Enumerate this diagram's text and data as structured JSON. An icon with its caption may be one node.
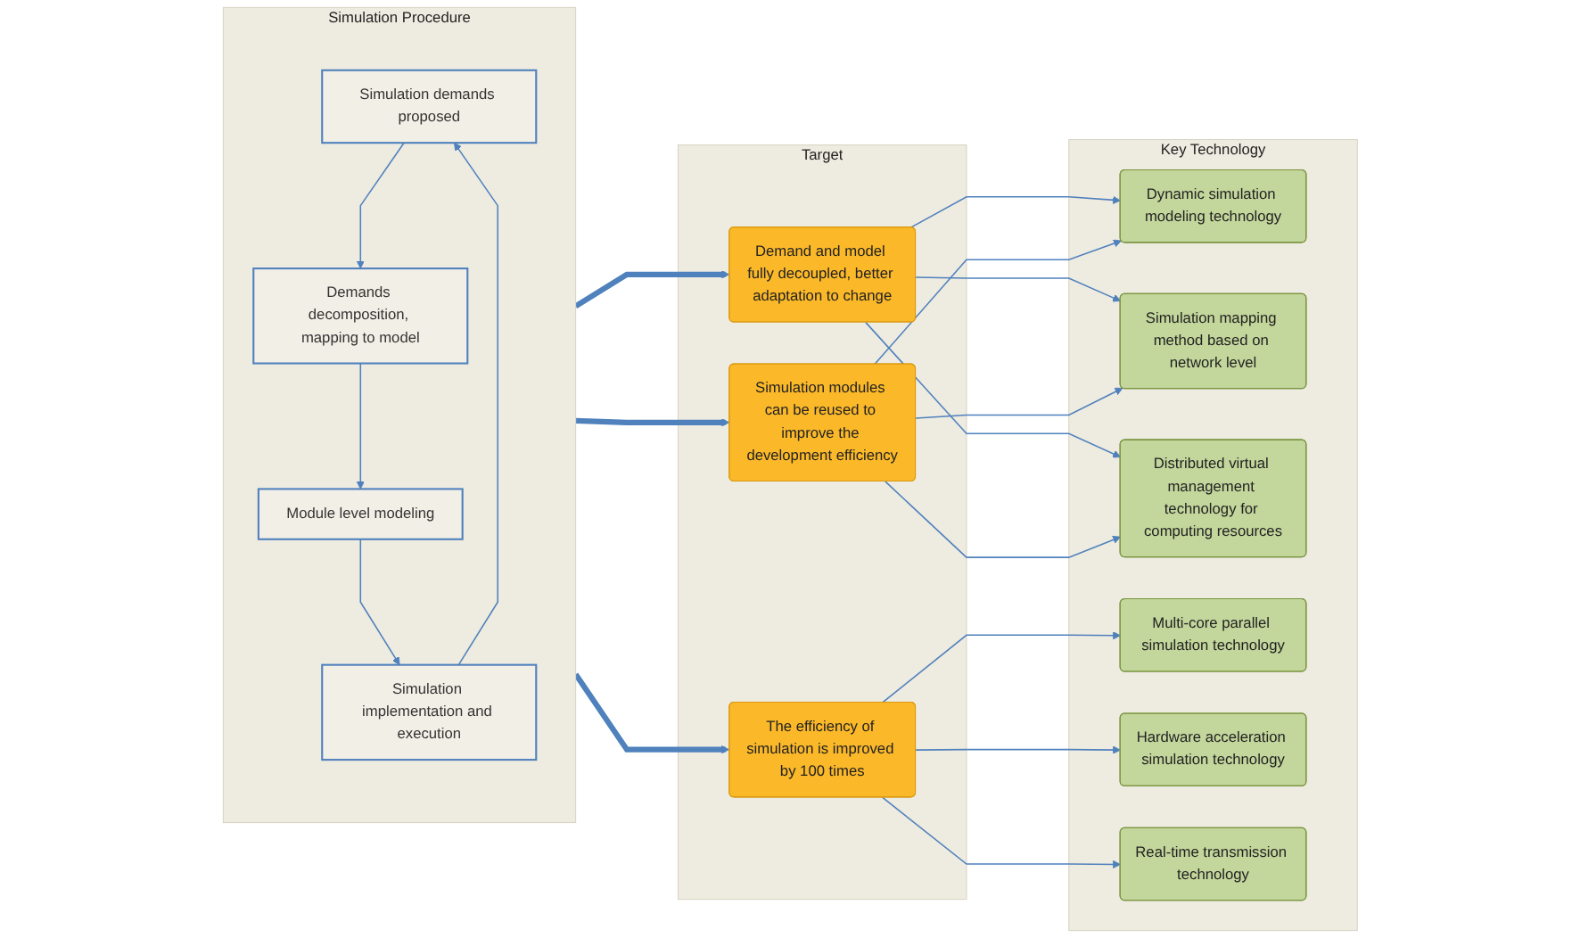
{
  "diagram": {
    "nodes": [
      {
        "text": [
          "Simulation Procedure"
        ]
      },
      {
        "text": [
          "Simulation demands proposed"
        ],
        "in": 0
      },
      {
        "text": [
          "Demands decomposition, mapping to model"
        ],
        "in": 0
      },
      {
        "text": [
          "Module level modeling"
        ],
        "in": 0
      },
      {
        "text": [
          "Simulation implementation and execution"
        ],
        "in": 0
      },
      {
        "text": [
          "Target"
        ]
      },
      {
        "text": [
          "Demand and model fully decoupled, better adaptation to change"
        ],
        "in": 5
      },
      {
        "text": [
          "Simulation modules can be reused to improve the development efficiency"
        ],
        "in": 5
      },
      {
        "text": [
          "The efficiency of simulation is improved by 100 times"
        ],
        "in": 5
      },
      {
        "text": [
          "Key Technology"
        ]
      },
      {
        "text": [
          "Dynamic simulation modeling technology"
        ],
        "in": 9
      },
      {
        "text": [
          "Simulation mapping method based on network level"
        ],
        "in": 9
      },
      {
        "text": [
          "Distributed virtual management technology for computing resources"
        ],
        "in": 9
      },
      {
        "text": [
          "Multi-core parallel simulation technology"
        ],
        "in": 9
      },
      {
        "text": [
          "Hardware acceleration simulation technology"
        ],
        "in": 9
      },
      {
        "text": [
          "Real-time transmission technology"
        ],
        "in": 9
      }
    ],
    "edges": [
      {
        "from": 1,
        "to": 2,
        "arrow": "to"
      },
      {
        "from": 2,
        "to": 3,
        "arrow": "to"
      },
      {
        "from": 3,
        "to": 4,
        "arrow": "to"
      },
      {
        "from": 4,
        "to": 1,
        "arrow": "to"
      },
      {
        "from": 0,
        "to": 6,
        "arrow": "to",
        "style": "thick"
      },
      {
        "from": 0,
        "to": 7,
        "arrow": "to",
        "style": "thick"
      },
      {
        "from": 0,
        "to": 8,
        "arrow": "to",
        "style": "thick"
      },
      {
        "from": 6,
        "to": 10,
        "arrow": "to"
      },
      {
        "from": 6,
        "to": 11,
        "arrow": "to"
      },
      {
        "from": 6,
        "to": 12,
        "arrow": "to"
      },
      {
        "from": 7,
        "to": 10,
        "arrow": "to"
      },
      {
        "from": 7,
        "to": 11,
        "arrow": "to"
      },
      {
        "from": 7,
        "to": 12,
        "arrow": "to"
      },
      {
        "from": 8,
        "to": 13,
        "arrow": "to"
      },
      {
        "from": 8,
        "to": 14,
        "arrow": "to"
      },
      {
        "from": 8,
        "to": 15,
        "arrow": "to"
      }
    ]
  }
}
